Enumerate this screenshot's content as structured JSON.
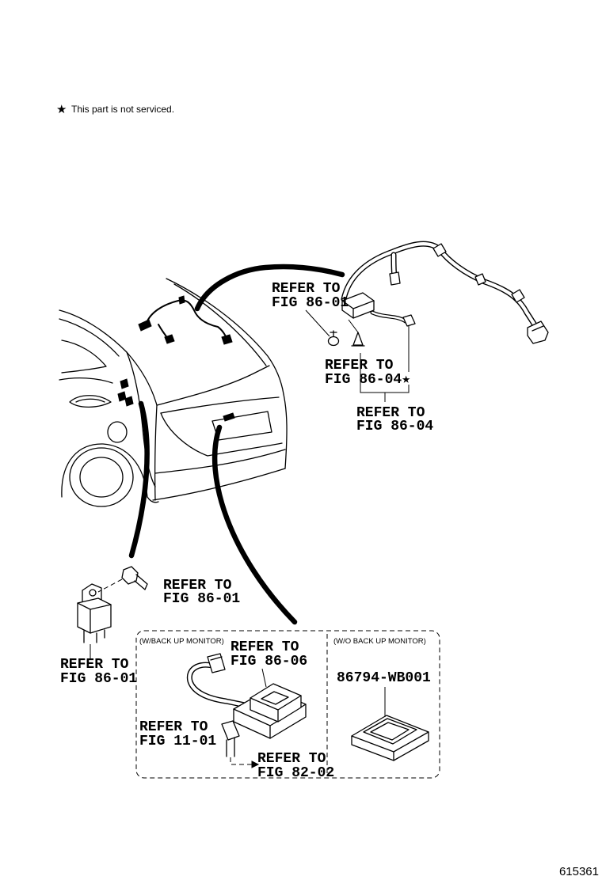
{
  "note": {
    "star": "★",
    "text": "This part is not serviced."
  },
  "callouts": {
    "harness_connector": {
      "line1": "REFER TO",
      "line2": "FIG 86-01"
    },
    "clip_not_serviced": {
      "line1": "REFER TO",
      "line2": "FIG 86-04★"
    },
    "clips": {
      "line1": "REFER TO",
      "line2": "FIG 86-04"
    },
    "relay_bolt": {
      "line1": "REFER TO",
      "line2": "FIG 86-01"
    },
    "relay": {
      "line1": "REFER TO",
      "line2": "FIG 86-01"
    },
    "camera_lamp": {
      "line1": "REFER TO",
      "line2": "FIG 86-06"
    },
    "camera_connector": {
      "line1": "REFER TO",
      "line2": "FIG 11-01"
    },
    "camera_lead": {
      "line1": "REFER TO",
      "line2": "FIG 82-02"
    }
  },
  "variants": {
    "with_monitor": "(W/BACK UP MONITOR)",
    "without_monitor": "(W/O BACK UP MONITOR)"
  },
  "part_number": "86794-WB001",
  "figure_id": "615361"
}
